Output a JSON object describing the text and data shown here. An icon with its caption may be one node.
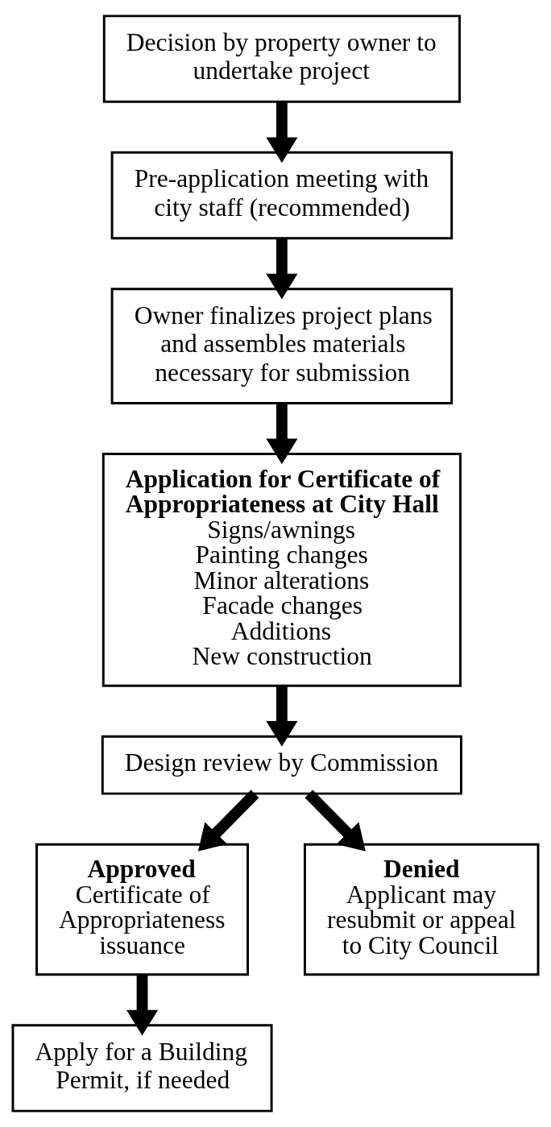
{
  "diagram": {
    "nodes": [
      {
        "text": [
          "Decision by property owner to undertake project"
        ]
      },
      {
        "text": [
          "Pre-application meeting with city staff (recommended)"
        ]
      },
      {
        "text": [
          "Owner finalizes project plans and assembles materials necessary for submission"
        ]
      },
      {
        "text": [
          "Application for Certificate of Appropriateness at City Hall",
          "Signs/awnings",
          "Painting changes",
          "Minor alterations",
          "Facade changes",
          "Additions",
          "New construction"
        ]
      },
      {
        "text": [
          "Design review by Commission"
        ]
      },
      {
        "text": [
          "Approved",
          "Certificate of Appropriateness issuance"
        ]
      },
      {
        "text": [
          "Denied",
          "Applicant may resubmit or appeal to City Council"
        ]
      },
      {
        "text": [
          "Apply for a Building Permit, if needed"
        ]
      }
    ],
    "edges": [
      {
        "from": 0,
        "to": 1,
        "arrow": "to"
      },
      {
        "from": 1,
        "to": 2,
        "arrow": "to"
      },
      {
        "from": 2,
        "to": 3,
        "arrow": "to"
      },
      {
        "from": 3,
        "to": 4,
        "arrow": "to"
      },
      {
        "from": 4,
        "to": 5,
        "arrow": "to"
      },
      {
        "from": 4,
        "to": 6,
        "arrow": "to"
      },
      {
        "from": 5,
        "to": 7,
        "arrow": "to"
      }
    ]
  }
}
